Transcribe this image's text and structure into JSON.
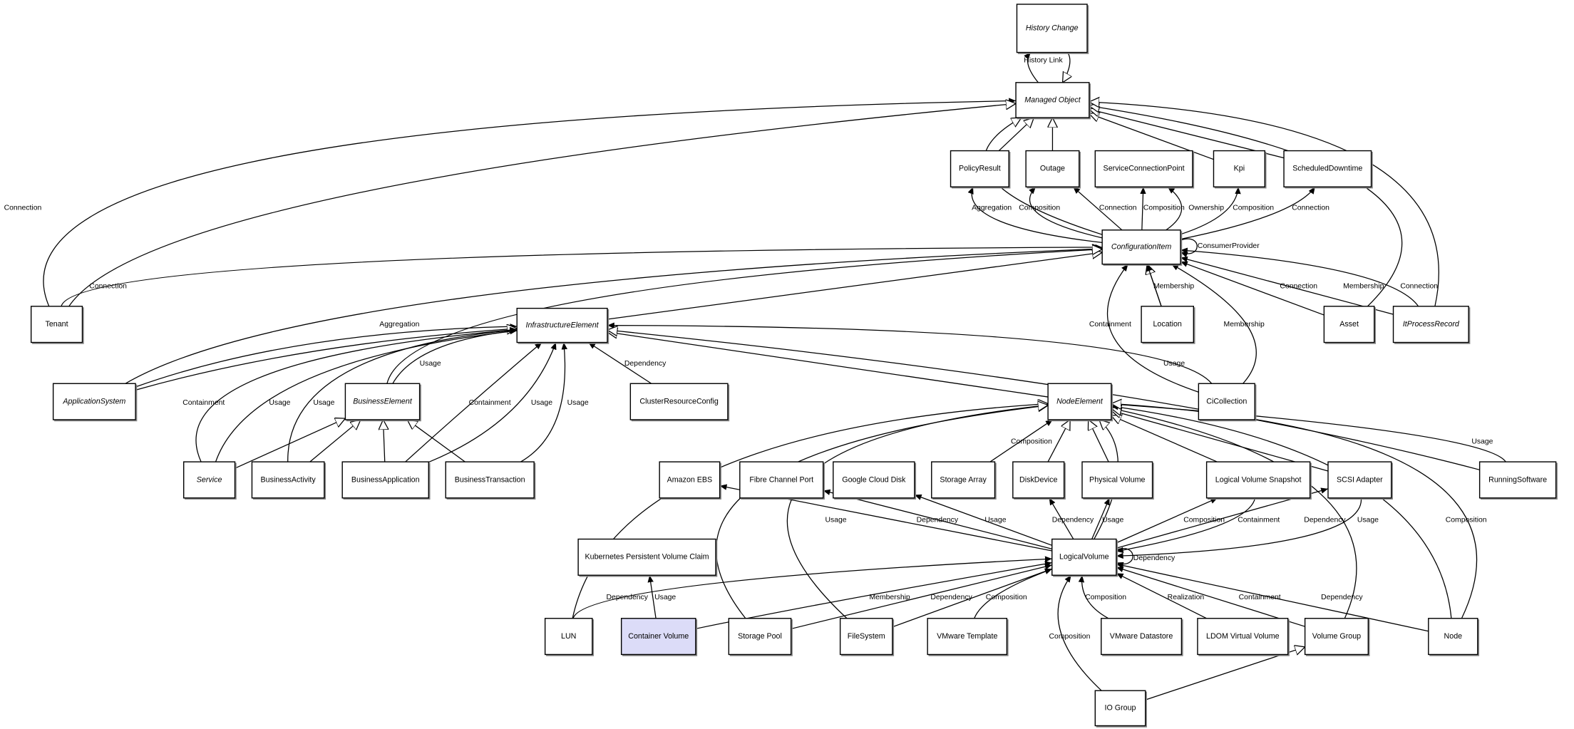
{
  "colors": {
    "highlight": "#dcdcf8",
    "stroke": "#000000",
    "background": "#ffffff"
  },
  "nodes": [
    {
      "id": "history_change",
      "label": "History Change",
      "abstract": true
    },
    {
      "id": "managed_object",
      "label": "Managed Object",
      "abstract": true
    },
    {
      "id": "policy_result",
      "label": "PolicyResult",
      "abstract": false
    },
    {
      "id": "outage",
      "label": "Outage",
      "abstract": false
    },
    {
      "id": "service_connection_point",
      "label": "ServiceConnectionPoint",
      "abstract": false
    },
    {
      "id": "kpi",
      "label": "Kpi",
      "abstract": false
    },
    {
      "id": "scheduled_downtime",
      "label": "ScheduledDowntime",
      "abstract": false
    },
    {
      "id": "configuration_item",
      "label": "ConfigurationItem",
      "abstract": true
    },
    {
      "id": "tenant",
      "label": "Tenant",
      "abstract": false
    },
    {
      "id": "location",
      "label": "Location",
      "abstract": false
    },
    {
      "id": "asset",
      "label": "Asset",
      "abstract": false
    },
    {
      "id": "it_process_record",
      "label": "ItProcessRecord",
      "abstract": true
    },
    {
      "id": "infrastructure_element",
      "label": "InfrastructureElement",
      "abstract": true
    },
    {
      "id": "application_system",
      "label": "ApplicationSystem",
      "abstract": true
    },
    {
      "id": "business_element",
      "label": "BusinessElement",
      "abstract": true
    },
    {
      "id": "cluster_resource_config",
      "label": "ClusterResourceConfig",
      "abstract": false
    },
    {
      "id": "ci_collection",
      "label": "CiCollection",
      "abstract": false
    },
    {
      "id": "node_element",
      "label": "NodeElement",
      "abstract": true
    },
    {
      "id": "service",
      "label": "Service",
      "abstract": true
    },
    {
      "id": "business_activity",
      "label": "BusinessActivity",
      "abstract": false
    },
    {
      "id": "business_application",
      "label": "BusinessApplication",
      "abstract": false
    },
    {
      "id": "business_transaction",
      "label": "BusinessTransaction",
      "abstract": false
    },
    {
      "id": "amazon_ebs",
      "label": "Amazon EBS",
      "abstract": false
    },
    {
      "id": "fibre_channel_port",
      "label": "Fibre Channel Port",
      "abstract": false
    },
    {
      "id": "google_cloud_disk",
      "label": "Google Cloud Disk",
      "abstract": false
    },
    {
      "id": "storage_array",
      "label": "Storage Array",
      "abstract": false
    },
    {
      "id": "disk_device",
      "label": "DiskDevice",
      "abstract": false
    },
    {
      "id": "physical_volume",
      "label": "Physical Volume",
      "abstract": false
    },
    {
      "id": "logical_volume_snapshot",
      "label": "Logical Volume Snapshot",
      "abstract": false
    },
    {
      "id": "scsi_adapter",
      "label": "SCSI Adapter",
      "abstract": false
    },
    {
      "id": "running_software",
      "label": "RunningSoftware",
      "abstract": false
    },
    {
      "id": "kubernetes_pvc",
      "label": "Kubernetes Persistent Volume Claim",
      "abstract": false
    },
    {
      "id": "logical_volume",
      "label": "LogicalVolume",
      "abstract": false
    },
    {
      "id": "lun",
      "label": "LUN",
      "abstract": false
    },
    {
      "id": "container_volume",
      "label": "Container Volume",
      "abstract": false,
      "highlighted": true
    },
    {
      "id": "storage_pool",
      "label": "Storage Pool",
      "abstract": false
    },
    {
      "id": "file_system",
      "label": "FileSystem",
      "abstract": false
    },
    {
      "id": "vmware_template",
      "label": "VMware Template",
      "abstract": false
    },
    {
      "id": "vmware_datastore",
      "label": "VMware Datastore",
      "abstract": false
    },
    {
      "id": "ldom_virtual_volume",
      "label": "LDOM Virtual Volume",
      "abstract": false
    },
    {
      "id": "volume_group",
      "label": "Volume Group",
      "abstract": false
    },
    {
      "id": "node",
      "label": "Node",
      "abstract": false
    },
    {
      "id": "io_group",
      "label": "IO Group",
      "abstract": false
    }
  ],
  "edges": [
    {
      "from": "managed_object",
      "to": "history_change",
      "kind": "association",
      "label": "History Link"
    },
    {
      "from": "history_change",
      "to": "managed_object",
      "kind": "generalization",
      "label": ""
    },
    {
      "from": "policy_result",
      "to": "managed_object",
      "kind": "generalization",
      "label": ""
    },
    {
      "from": "outage",
      "to": "managed_object",
      "kind": "generalization",
      "label": ""
    },
    {
      "from": "kpi",
      "to": "managed_object",
      "kind": "generalization",
      "label": ""
    },
    {
      "from": "scheduled_downtime",
      "to": "managed_object",
      "kind": "generalization",
      "label": ""
    },
    {
      "from": "configuration_item",
      "to": "managed_object",
      "kind": "generalization",
      "label": ""
    },
    {
      "from": "tenant",
      "to": "managed_object",
      "kind": "association",
      "label": "Connection"
    },
    {
      "from": "tenant",
      "to": "managed_object",
      "kind": "generalization",
      "label": ""
    },
    {
      "from": "asset",
      "to": "managed_object",
      "kind": "generalization",
      "label": ""
    },
    {
      "from": "it_process_record",
      "to": "managed_object",
      "kind": "generalization",
      "label": ""
    },
    {
      "from": "configuration_item",
      "to": "policy_result",
      "kind": "association",
      "label": "Aggregation"
    },
    {
      "from": "configuration_item",
      "to": "outage",
      "kind": "association",
      "label": "Composition"
    },
    {
      "from": "configuration_item",
      "to": "outage",
      "kind": "association",
      "label": "Connection"
    },
    {
      "from": "configuration_item",
      "to": "service_connection_point",
      "kind": "association",
      "label": "Composition"
    },
    {
      "from": "configuration_item",
      "to": "service_connection_point",
      "kind": "association",
      "label": "Ownership"
    },
    {
      "from": "configuration_item",
      "to": "kpi",
      "kind": "association",
      "label": "Composition"
    },
    {
      "from": "configuration_item",
      "to": "scheduled_downtime",
      "kind": "association",
      "label": "Connection"
    },
    {
      "from": "configuration_item",
      "to": "configuration_item",
      "kind": "association",
      "label": "ConsumerProvider"
    },
    {
      "from": "tenant",
      "to": "configuration_item",
      "kind": "association",
      "label": "Connection"
    },
    {
      "from": "application_system",
      "to": "configuration_item",
      "kind": "generalization",
      "label": ""
    },
    {
      "from": "infrastructure_element",
      "to": "configuration_item",
      "kind": "generalization",
      "label": ""
    },
    {
      "from": "business_element",
      "to": "configuration_item",
      "kind": "generalization",
      "label": ""
    },
    {
      "from": "location",
      "to": "configuration_item",
      "kind": "generalization",
      "label": ""
    },
    {
      "from": "location",
      "to": "configuration_item",
      "kind": "association",
      "label": "Membership"
    },
    {
      "from": "ci_collection",
      "to": "configuration_item",
      "kind": "association",
      "label": "Containment"
    },
    {
      "from": "ci_collection",
      "to": "configuration_item",
      "kind": "association",
      "label": "Membership"
    },
    {
      "from": "asset",
      "to": "configuration_item",
      "kind": "association",
      "label": "Connection"
    },
    {
      "from": "it_process_record",
      "to": "configuration_item",
      "kind": "association",
      "label": "Membership"
    },
    {
      "from": "it_process_record",
      "to": "configuration_item",
      "kind": "association",
      "label": "Connection"
    },
    {
      "from": "application_system",
      "to": "infrastructure_element",
      "kind": "association",
      "label": "Aggregation"
    },
    {
      "from": "application_system",
      "to": "infrastructure_element",
      "kind": "generalization",
      "label": ""
    },
    {
      "from": "service",
      "to": "infrastructure_element",
      "kind": "association",
      "label": "Containment"
    },
    {
      "from": "service",
      "to": "infrastructure_element",
      "kind": "association",
      "label": "Usage"
    },
    {
      "from": "business_activity",
      "to": "infrastructure_element",
      "kind": "association",
      "label": "Usage"
    },
    {
      "from": "business_element",
      "to": "infrastructure_element",
      "kind": "association",
      "label": "Usage"
    },
    {
      "from": "business_application",
      "to": "infrastructure_element",
      "kind": "association",
      "label": "Containment"
    },
    {
      "from": "business_application",
      "to": "infrastructure_element",
      "kind": "association",
      "label": "Usage"
    },
    {
      "from": "business_transaction",
      "to": "infrastructure_element",
      "kind": "association",
      "label": "Usage"
    },
    {
      "from": "cluster_resource_config",
      "to": "infrastructure_element",
      "kind": "association",
      "label": "Dependency"
    },
    {
      "from": "ci_collection",
      "to": "infrastructure_element",
      "kind": "association",
      "label": "Usage"
    },
    {
      "from": "node_element",
      "to": "infrastructure_element",
      "kind": "generalization",
      "label": ""
    },
    {
      "from": "running_software",
      "to": "infrastructure_element",
      "kind": "generalization",
      "label": ""
    },
    {
      "from": "service",
      "to": "business_element",
      "kind": "generalization",
      "label": ""
    },
    {
      "from": "business_activity",
      "to": "business_element",
      "kind": "generalization",
      "label": ""
    },
    {
      "from": "business_application",
      "to": "business_element",
      "kind": "generalization",
      "label": ""
    },
    {
      "from": "business_transaction",
      "to": "business_element",
      "kind": "generalization",
      "label": ""
    },
    {
      "from": "storage_array",
      "to": "node_element",
      "kind": "association",
      "label": "Composition"
    },
    {
      "from": "disk_device",
      "to": "node_element",
      "kind": "generalization",
      "label": ""
    },
    {
      "from": "physical_volume",
      "to": "node_element",
      "kind": "generalization",
      "label": ""
    },
    {
      "from": "logical_volume",
      "to": "node_element",
      "kind": "generalization",
      "label": ""
    },
    {
      "from": "logical_volume_snapshot",
      "to": "node_element",
      "kind": "generalization",
      "label": ""
    },
    {
      "from": "scsi_adapter",
      "to": "node_element",
      "kind": "generalization",
      "label": ""
    },
    {
      "from": "running_software",
      "to": "node_element",
      "kind": "association",
      "label": "Usage"
    },
    {
      "from": "lun",
      "to": "node_element",
      "kind": "generalization",
      "label": ""
    },
    {
      "from": "storage_pool",
      "to": "node_element",
      "kind": "generalization",
      "label": ""
    },
    {
      "from": "file_system",
      "to": "node_element",
      "kind": "generalization",
      "label": ""
    },
    {
      "from": "volume_group",
      "to": "node_element",
      "kind": "generalization",
      "label": ""
    },
    {
      "from": "node",
      "to": "node_element",
      "kind": "association",
      "label": "Composition"
    },
    {
      "from": "node",
      "to": "node_element",
      "kind": "generalization",
      "label": ""
    },
    {
      "from": "logical_volume",
      "to": "amazon_ebs",
      "kind": "association",
      "label": "Usage"
    },
    {
      "from": "logical_volume",
      "to": "fibre_channel_port",
      "kind": "association",
      "label": "Dependency"
    },
    {
      "from": "logical_volume",
      "to": "google_cloud_disk",
      "kind": "association",
      "label": "Usage"
    },
    {
      "from": "logical_volume",
      "to": "disk_device",
      "kind": "association",
      "label": "Dependency"
    },
    {
      "from": "logical_volume",
      "to": "physical_volume",
      "kind": "association",
      "label": "Usage"
    },
    {
      "from": "logical_volume",
      "to": "logical_volume_snapshot",
      "kind": "association",
      "label": "Composition"
    },
    {
      "from": "logical_volume_snapshot",
      "to": "logical_volume",
      "kind": "association",
      "label": "Containment"
    },
    {
      "from": "logical_volume",
      "to": "scsi_adapter",
      "kind": "association",
      "label": "Dependency"
    },
    {
      "from": "scsi_adapter",
      "to": "logical_volume",
      "kind": "association",
      "label": "Usage"
    },
    {
      "from": "logical_volume",
      "to": "logical_volume",
      "kind": "association",
      "label": "Dependency"
    },
    {
      "from": "lun",
      "to": "logical_volume",
      "kind": "association",
      "label": "Dependency"
    },
    {
      "from": "container_volume",
      "to": "logical_volume",
      "kind": "association",
      "label": ""
    },
    {
      "from": "container_volume",
      "to": "kubernetes_pvc",
      "kind": "association",
      "label": "Usage"
    },
    {
      "from": "storage_pool",
      "to": "logical_volume",
      "kind": "association",
      "label": "Membership"
    },
    {
      "from": "file_system",
      "to": "logical_volume",
      "kind": "association",
      "label": "Dependency"
    },
    {
      "from": "vmware_template",
      "to": "logical_volume",
      "kind": "association",
      "label": "Composition"
    },
    {
      "from": "vmware_datastore",
      "to": "logical_volume",
      "kind": "association",
      "label": "Composition"
    },
    {
      "from": "ldom_virtual_volume",
      "to": "logical_volume",
      "kind": "association",
      "label": "Realization"
    },
    {
      "from": "volume_group",
      "to": "logical_volume",
      "kind": "association",
      "label": "Containment"
    },
    {
      "from": "node",
      "to": "logical_volume",
      "kind": "association",
      "label": "Dependency"
    },
    {
      "from": "io_group",
      "to": "logical_volume",
      "kind": "association",
      "label": "Composition"
    },
    {
      "from": "io_group",
      "to": "volume_group",
      "kind": "generalization",
      "label": ""
    }
  ]
}
